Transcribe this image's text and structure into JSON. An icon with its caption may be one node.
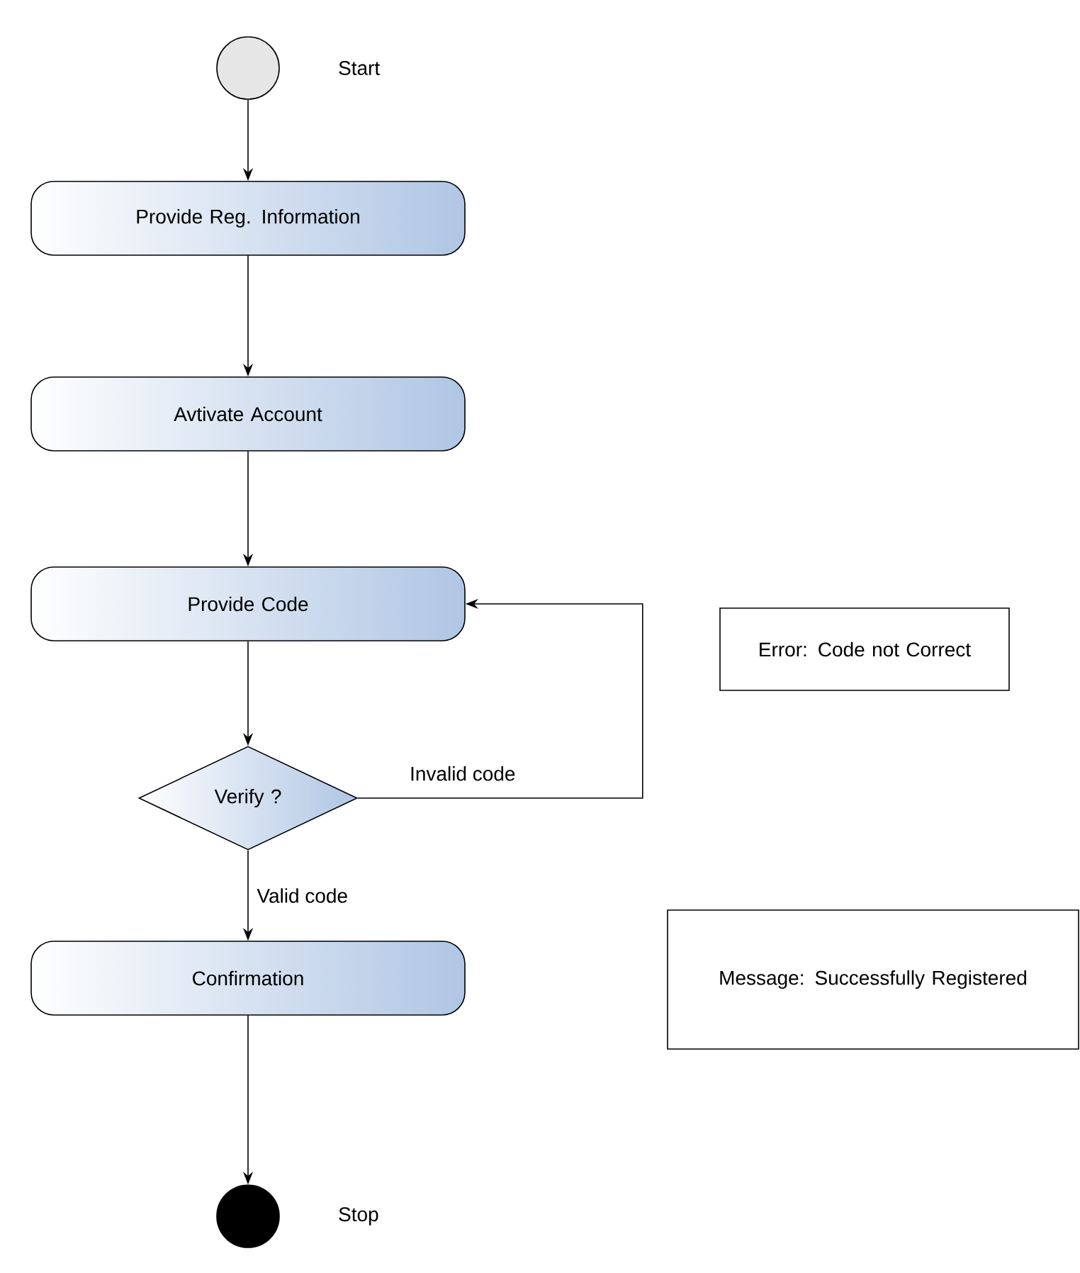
{
  "diagram": {
    "nodes": [
      {
        "text": [],
        "shape": "circle",
        "beside": [
          "Start"
        ]
      },
      {
        "text": [
          "Provide Reg. Information"
        ]
      },
      {
        "text": [
          "Avtivate Account"
        ]
      },
      {
        "text": [
          "Provide Code"
        ]
      },
      {
        "text": [
          "Verify ?"
        ]
      },
      {
        "text": [
          "Confirmation"
        ]
      },
      {
        "text": [],
        "shape": "circle",
        "beside": [
          "Stop"
        ]
      },
      {
        "text": [
          "Error: Code not Correct"
        ]
      },
      {
        "text": [
          "Message: Successfully Registered"
        ]
      }
    ],
    "edges": [
      {
        "from": 0,
        "to": 1,
        "arrow": "to"
      },
      {
        "from": 1,
        "to": 2,
        "arrow": "to"
      },
      {
        "from": 2,
        "to": 3,
        "arrow": "to"
      },
      {
        "from": 3,
        "to": 4,
        "arrow": "to"
      },
      {
        "from": 4,
        "to": 3,
        "arrow": "to",
        "label": "Invalid code"
      },
      {
        "from": 4,
        "to": 5,
        "arrow": "to",
        "label": "Valid code"
      },
      {
        "from": 5,
        "to": 6,
        "arrow": "to"
      }
    ]
  }
}
